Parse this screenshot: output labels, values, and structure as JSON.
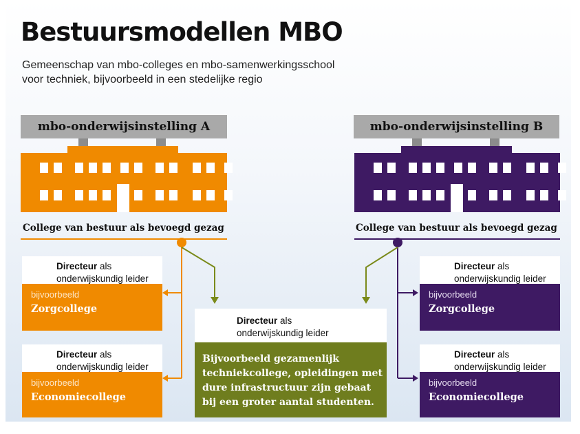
{
  "title": "Bestuursmodellen MBO",
  "subtitle_line1": "Gemeenschap van mbo-colleges en mbo-samenwerkingsschool",
  "subtitle_line2": "voor techniek, bijvoorbeeld in een stedelijke regio",
  "colors": {
    "orange": "#f08a00",
    "purple": "#3e1a63",
    "green": "#6f7d1e",
    "teal": "#3fa79b",
    "grey": "#a9a9a9"
  },
  "institutions": [
    {
      "label": "mbo-onderwijsinstelling A",
      "board": "College van bestuur als bevoegd gezag"
    },
    {
      "label": "mbo-onderwijsinstelling B",
      "board": "College van bestuur als bevoegd gezag"
    }
  ],
  "director": {
    "bold": "Directeur",
    "rest": "als",
    "line2": "onderwijskundig leider"
  },
  "colleges": {
    "example": "bijvoorbeeld",
    "care": "Zorgcollege",
    "economy": "Economiecollege"
  },
  "shared": {
    "director_bold": "Directeur",
    "director_rest": "als",
    "director_line2": "onderwijskundig leider",
    "description": "Bijvoorbeeld gezamenlijk techniekcollege, opleidingen met dure infrastructuur zijn gebaat bij een groter aantal studenten."
  },
  "icons": [
    "building-icon",
    "person-icon",
    "arrow-icon"
  ]
}
